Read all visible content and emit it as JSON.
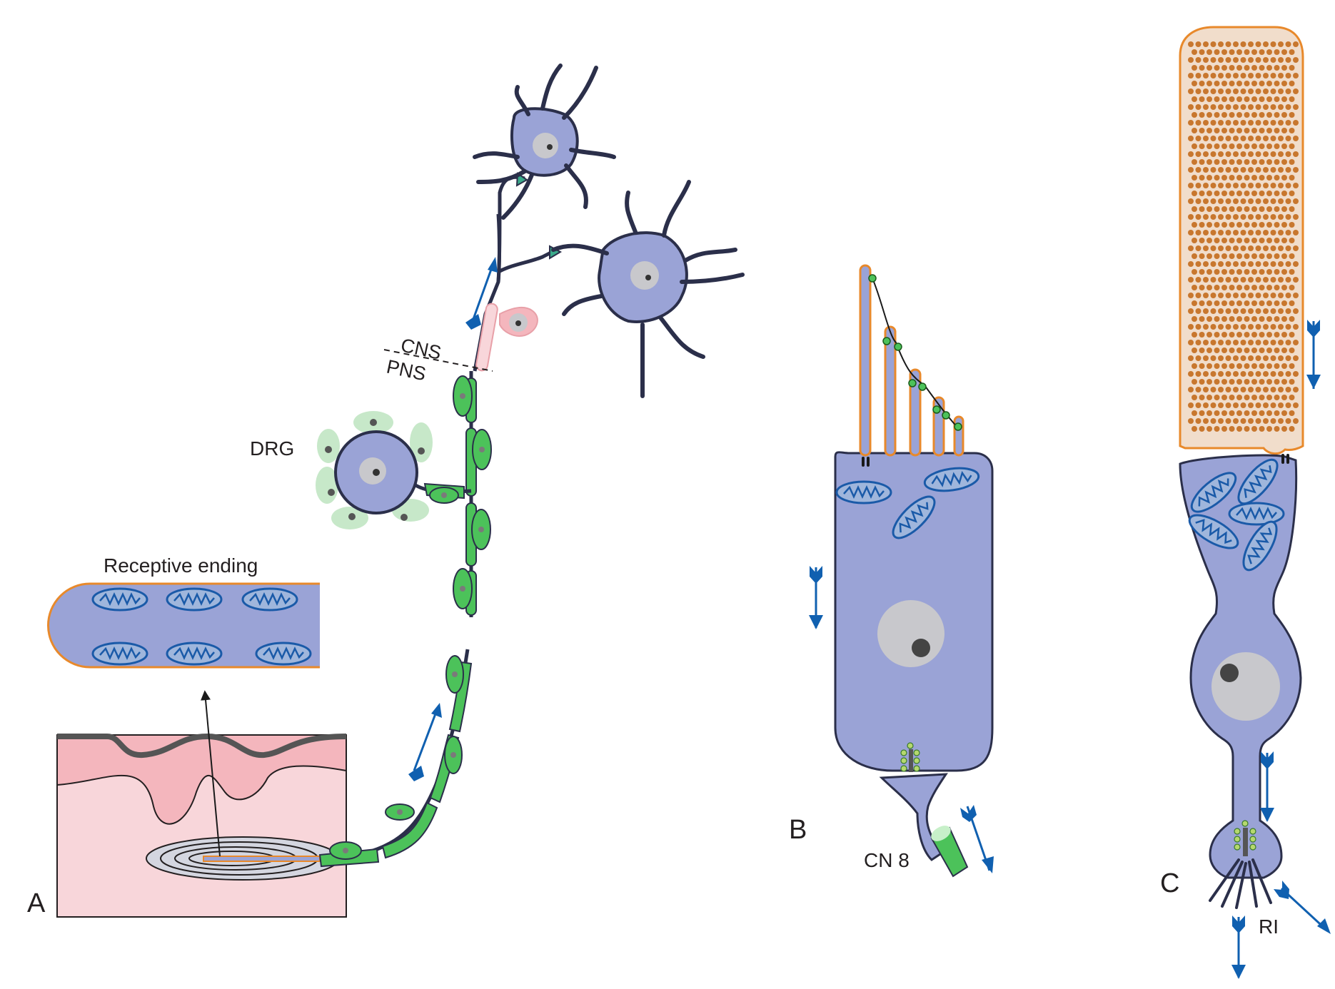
{
  "panels": {
    "a": {
      "letter": "A",
      "receptive_ending": "Receptive ending",
      "drg": "DRG",
      "cns": "CNS",
      "pns": "PNS"
    },
    "b": {
      "letter": "B",
      "nerve": "CN 8"
    },
    "c": {
      "letter": "C",
      "ri": "RI"
    }
  },
  "colors": {
    "cell_body": "#9aa3d6",
    "outline": "#2b2f4a",
    "myelin": "#4cc25a",
    "membrane": "#e8892b",
    "skin_epidermis": "#f4b6bd",
    "skin_dermis": "#f8d6da",
    "arrow": "#1060b0",
    "nucleus": "#c8c8cc",
    "disc": "#c8772e"
  }
}
